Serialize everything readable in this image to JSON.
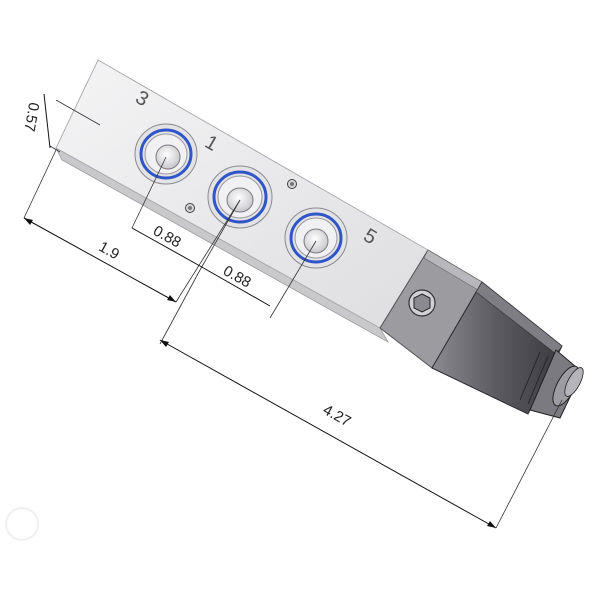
{
  "dimensions": {
    "edge_offset": "0.57",
    "to_first_port": "1.9",
    "port_pitch_1": "0.88",
    "port_pitch_2": "0.88",
    "overall_length": "4.27"
  },
  "ports": {
    "left": "3",
    "middle": "1",
    "right": "5"
  },
  "colors": {
    "body": "#e9e9ea",
    "body_edge": "#cfcfd2",
    "seal_blue": "#2f55c7",
    "solenoid": "#6b6b70",
    "solenoid_dark": "#3c3c40"
  }
}
